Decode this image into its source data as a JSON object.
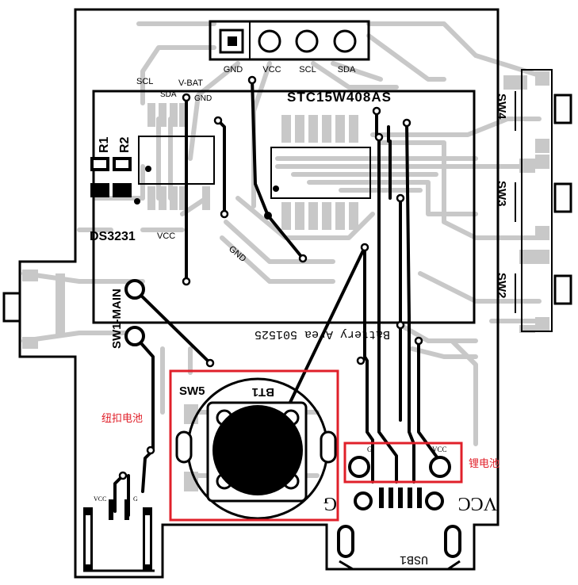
{
  "header": {
    "pins": [
      "GND",
      "VCC",
      "SCL",
      "SDA"
    ]
  },
  "labels": {
    "mcu": "STC15W408AS",
    "rtc": "DS3231",
    "rtc_vcc": "VCC",
    "scl": "SCL",
    "sda": "SDA",
    "vbat": "V-BAT",
    "gnd_small": "GND",
    "gnd_diag": "GND",
    "r1": "R1",
    "r2": "R2",
    "sw_main": "SW1-MAIN",
    "battery_area": "Battery Area 501525",
    "sw5": "SW5",
    "bt1": "BT1",
    "usb": "USB1",
    "g_big": "G",
    "vcc_big": "VCC",
    "g_small": "G",
    "vcc_small": "VCC",
    "typec_vcc": "VCC",
    "typec_g": "G",
    "sw4": "SW4",
    "sw3": "SW3",
    "sw2": "SW2",
    "coin_cell": "纽扣电池",
    "lithium": "锂电池"
  },
  "colors": {
    "outline": "#000000",
    "trace": "#c8c8c8",
    "highlight": "#e0202a"
  }
}
